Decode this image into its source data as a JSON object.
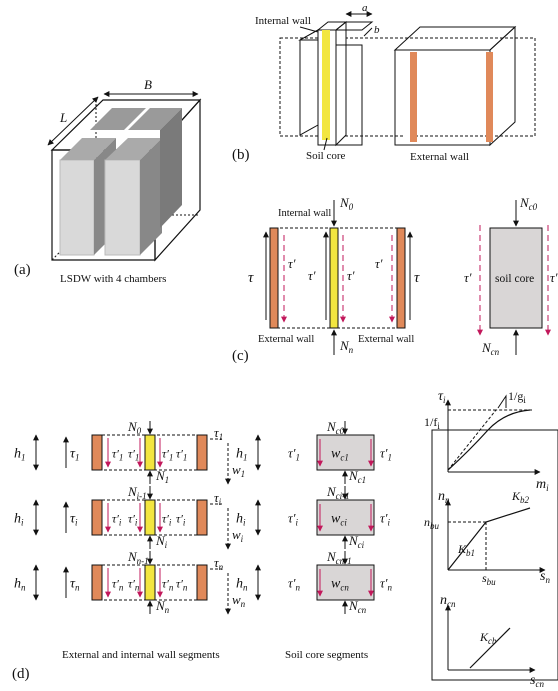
{
  "panel_a": {
    "label": "(a)",
    "caption": "LSDW with 4 chambers",
    "dim_length": "L",
    "dim_width": "B"
  },
  "panel_b": {
    "label": "(b)",
    "internal_wall": "Internal wall",
    "soil_core": "Soil core",
    "external_wall": "External wall",
    "dim_a": "a",
    "dim_b": "b"
  },
  "panel_c": {
    "label": "(c)",
    "internal_wall": "Internal wall",
    "external_wall_left": "External wall",
    "external_wall_right": "External wall",
    "soil_core": "soil core",
    "n0": "N",
    "n0_sub": "0",
    "nn": "N",
    "nn_sub": "n",
    "nc0": "N",
    "nc0_sub": "c0",
    "ncn": "N",
    "ncn_sub": "cn",
    "tau": "τ",
    "tau_prime": "τ′"
  },
  "panel_d": {
    "label": "(d)",
    "wall_caption": "External and internal wall segments",
    "core_caption": "Soil core segments",
    "rows": [
      {
        "h": "h",
        "h_sub": "1",
        "tau_sub": "1",
        "n_top": "0",
        "n_bot": "1",
        "w_sub": "1",
        "nc_top": "c0",
        "nc_bot": "c1",
        "wc": "c1"
      },
      {
        "h": "h",
        "h_sub": "i",
        "tau_sub": "i",
        "n_top": "i-1",
        "n_bot": "i",
        "w_sub": "i",
        "nc_top": "ci-1",
        "nc_bot": "ci",
        "wc": "ci"
      },
      {
        "h": "h",
        "h_sub": "n",
        "tau_sub": "n",
        "n_top": "n-1",
        "n_bot": "n",
        "w_sub": "n",
        "nc_top": "cn-1",
        "nc_bot": "cn",
        "wc": "cn"
      }
    ]
  },
  "graphs": {
    "g1": {
      "y": "τ",
      "y_sub": "i",
      "x": "m",
      "x_sub": "i",
      "intercept": "1/f",
      "intercept_sub": "i",
      "slope": "1/g",
      "slope_sub": "i"
    },
    "g2": {
      "y": "n",
      "y_sub": "n",
      "x": "s",
      "x_sub": "n",
      "nbu": "n",
      "nbu_sub": "bu",
      "sbu": "s",
      "sbu_sub": "bu",
      "kb1": "K",
      "kb1_sub": "b1",
      "kb2": "K",
      "kb2_sub": "b2"
    },
    "g3": {
      "y": "n",
      "y_sub": "cn",
      "x": "s",
      "x_sub": "cn",
      "kcb": "K",
      "kcb_sub": "cb"
    }
  },
  "colors": {
    "external_wall": "#e0895a",
    "internal_wall": "#f2e640",
    "soil_core": "#d9d6d6",
    "arrow": "#c2185b"
  }
}
